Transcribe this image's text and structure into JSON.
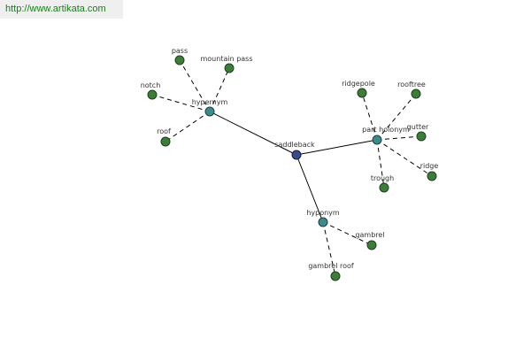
{
  "banner": {
    "url_text": "http://www.artikata.com"
  },
  "colors": {
    "root": "#3c4a8c",
    "hub": "#3c8a8c",
    "leaf": "#3d7d3a",
    "banner_text": "#1a7d1a"
  },
  "graph": {
    "nodes": [
      {
        "id": "saddleback",
        "label": "saddleback",
        "kind": "root"
      },
      {
        "id": "hypernym",
        "label": "hypernym",
        "kind": "hub"
      },
      {
        "id": "part-holonym",
        "label": "part holonym",
        "kind": "hub"
      },
      {
        "id": "hyponym",
        "label": "hyponym",
        "kind": "hub"
      },
      {
        "id": "pass",
        "label": "pass",
        "kind": "leaf"
      },
      {
        "id": "mountain-pass",
        "label": "mountain pass",
        "kind": "leaf"
      },
      {
        "id": "notch",
        "label": "notch",
        "kind": "leaf"
      },
      {
        "id": "roof",
        "label": "roof",
        "kind": "leaf"
      },
      {
        "id": "ridgepole",
        "label": "ridgepole",
        "kind": "leaf"
      },
      {
        "id": "rooftree",
        "label": "rooftree",
        "kind": "leaf"
      },
      {
        "id": "gutter",
        "label": "gutter",
        "kind": "leaf"
      },
      {
        "id": "ridge",
        "label": "ridge",
        "kind": "leaf"
      },
      {
        "id": "trough",
        "label": "trough",
        "kind": "leaf"
      },
      {
        "id": "gambrel",
        "label": "gambrel",
        "kind": "leaf"
      },
      {
        "id": "gambrel-roof",
        "label": "gambrel roof",
        "kind": "leaf"
      }
    ],
    "edges": [
      {
        "from": "saddleback",
        "to": "hypernym",
        "style": "solid"
      },
      {
        "from": "saddleback",
        "to": "part-holonym",
        "style": "solid"
      },
      {
        "from": "saddleback",
        "to": "hyponym",
        "style": "solid"
      },
      {
        "from": "hypernym",
        "to": "pass",
        "style": "dashed"
      },
      {
        "from": "hypernym",
        "to": "mountain-pass",
        "style": "dashed"
      },
      {
        "from": "hypernym",
        "to": "notch",
        "style": "dashed"
      },
      {
        "from": "hypernym",
        "to": "roof",
        "style": "dashed"
      },
      {
        "from": "part-holonym",
        "to": "ridgepole",
        "style": "dashed"
      },
      {
        "from": "part-holonym",
        "to": "rooftree",
        "style": "dashed"
      },
      {
        "from": "part-holonym",
        "to": "gutter",
        "style": "dashed"
      },
      {
        "from": "part-holonym",
        "to": "ridge",
        "style": "dashed"
      },
      {
        "from": "part-holonym",
        "to": "trough",
        "style": "dashed"
      },
      {
        "from": "hyponym",
        "to": "gambrel",
        "style": "dashed"
      },
      {
        "from": "hyponym",
        "to": "gambrel-roof",
        "style": "dashed"
      }
    ]
  }
}
